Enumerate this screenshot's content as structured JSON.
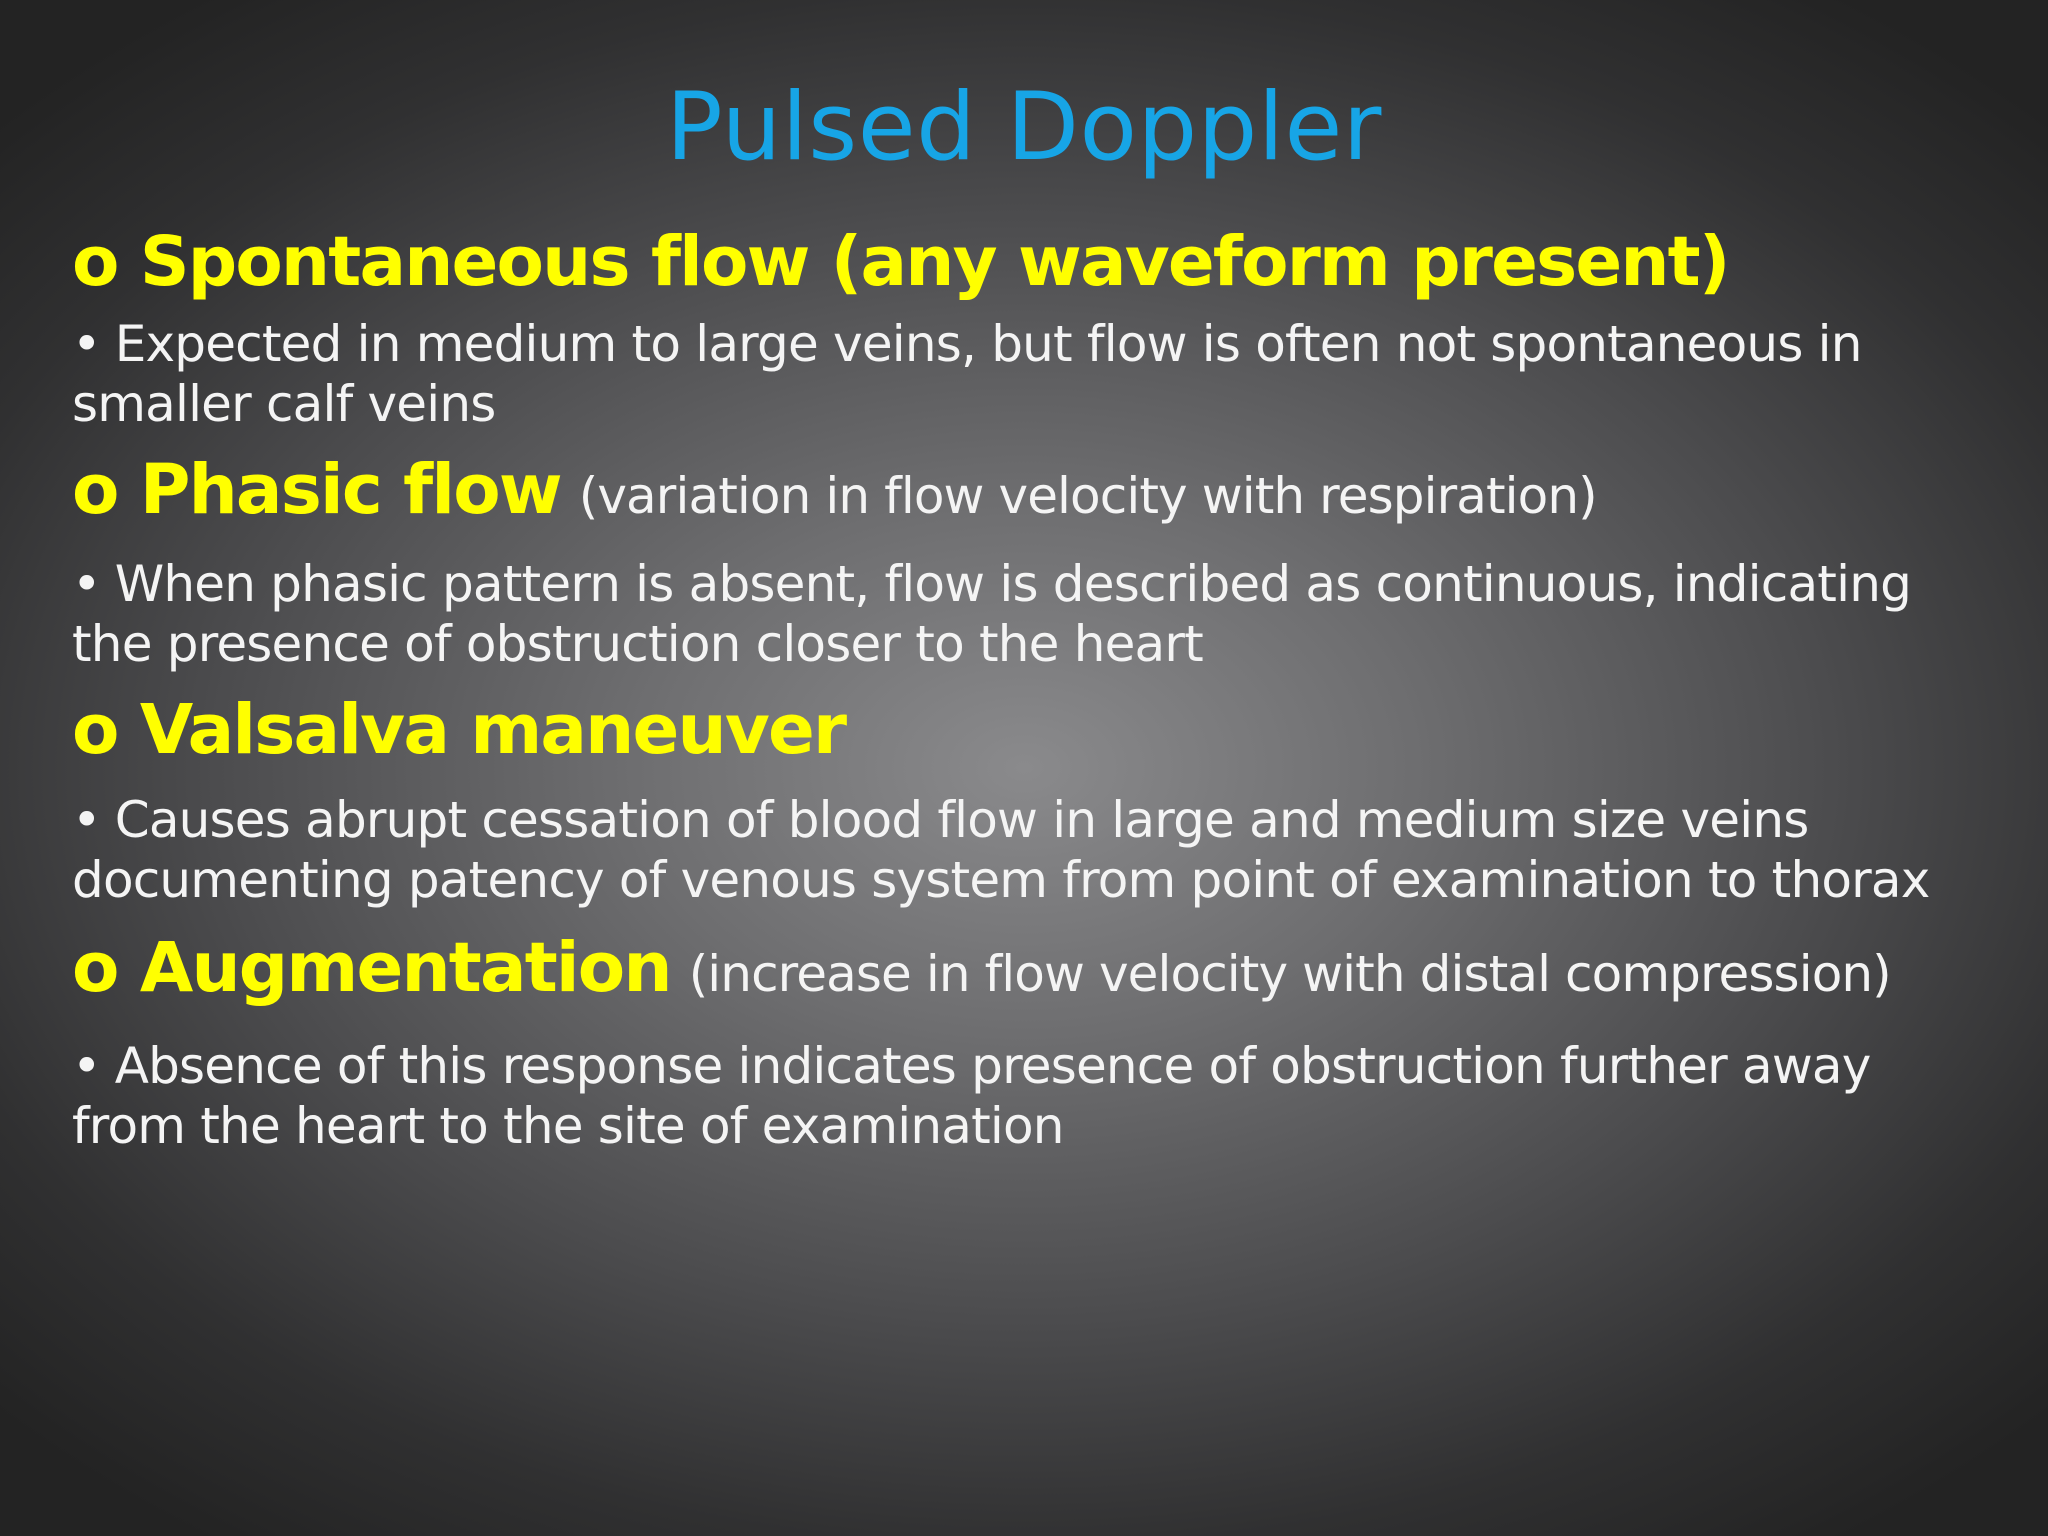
{
  "slide": {
    "title": "Pulsed Doppler",
    "bullet_glyph": "•",
    "sections": [
      {
        "marker": "o",
        "heading": "Spontaneous flow (any waveform present)",
        "note": "",
        "bullet": "Expected in medium to large veins, but flow is often not spontaneous in smaller calf veins"
      },
      {
        "marker": "o",
        "heading": "Phasic flow",
        "note": "(variation in flow velocity with respiration)",
        "bullet": "When phasic pattern is absent, flow is described as continuous, indicating the presence of obstruction closer to the heart"
      },
      {
        "marker": "o",
        "heading": "Valsalva maneuver",
        "note": "",
        "bullet": "Causes abrupt cessation of blood flow in large and medium size veins documenting patency of venous system from point of examination to thorax"
      },
      {
        "marker": "o",
        "heading": "Augmentation",
        "note": "(increase in flow velocity with distal compression)",
        "bullet": "Absence of this response indicates presence of obstruction further away from the heart to the site of examination"
      }
    ]
  },
  "colors": {
    "title": "#17a5e6",
    "heading": "#ffff00",
    "body_text": "#f4f4f4",
    "background_center": "#8a8a8c",
    "background_edge": "#232323"
  }
}
